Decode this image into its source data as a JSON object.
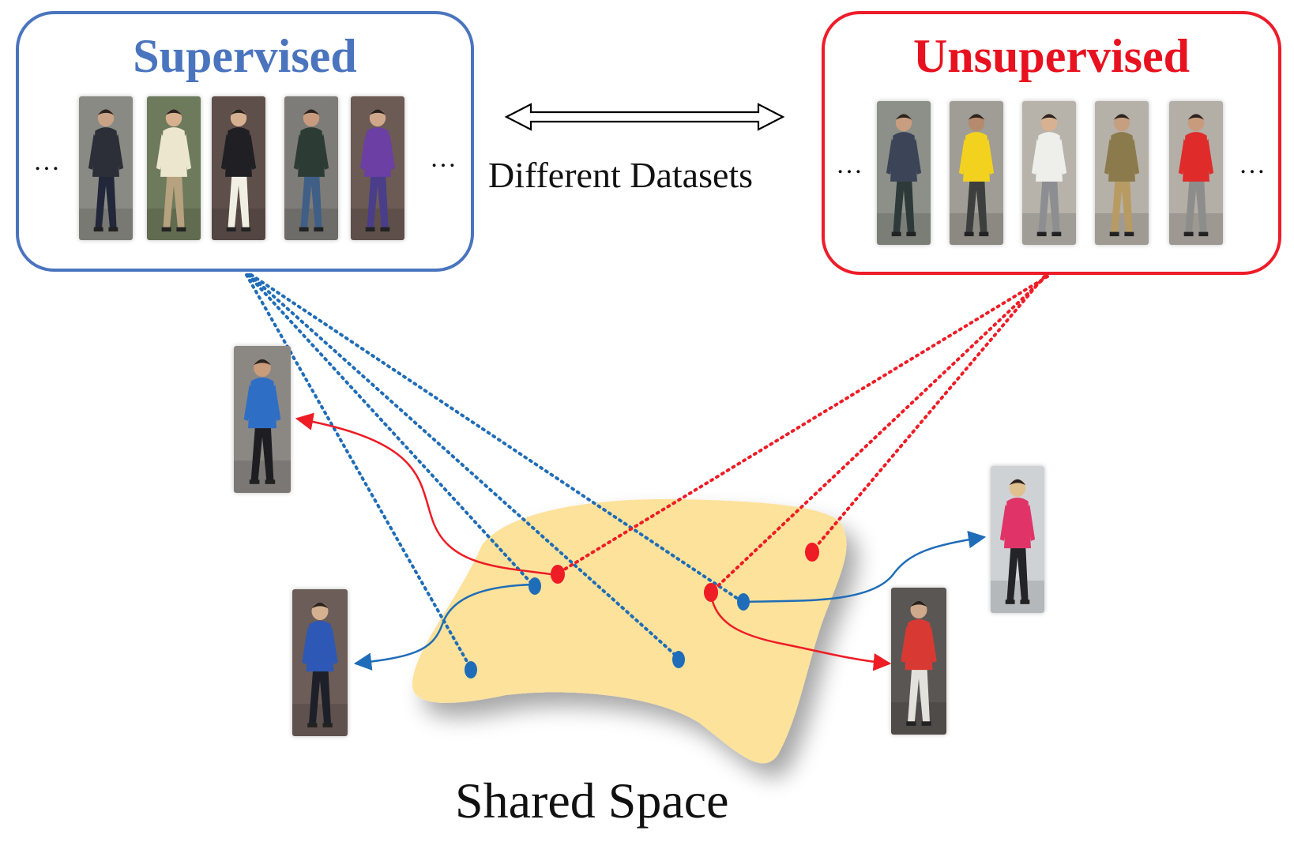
{
  "supervised": {
    "title": "Supervised",
    "ellipsis_left": "…",
    "ellipsis_right": "…",
    "color": "#4A74BE",
    "images": [
      {
        "icon": "pedestrian-dark-jacket-icon",
        "bg": "#8a8a84",
        "top": "#2c2f38",
        "legs": "#22273a",
        "skin": "#c9a286"
      },
      {
        "icon": "pedestrian-cream-coat-icon",
        "bg": "#6e7a5c",
        "top": "#ece6cf",
        "legs": "#b6a27e",
        "skin": "#d6b08f"
      },
      {
        "icon": "pedestrian-dark-blazer-icon",
        "bg": "#5f4f4a",
        "top": "#1f1f24",
        "legs": "#f1efe4",
        "skin": "#d5b091"
      },
      {
        "icon": "pedestrian-red-backpack-icon",
        "bg": "#7e7c78",
        "top": "#2d3b35",
        "legs": "#3f5f86",
        "skin": "#c99b7e"
      },
      {
        "icon": "pedestrian-purple-backpack-icon",
        "bg": "#6c5a55",
        "top": "#6b3fa3",
        "legs": "#4a3e8a",
        "skin": "#cfa88b"
      }
    ]
  },
  "unsupervised": {
    "title": "Unsupervised",
    "ellipsis_left": "…",
    "ellipsis_right": "…",
    "color": "#EE1C2A",
    "images": [
      {
        "icon": "pedestrian-cyclist-icon",
        "bg": "#8c9088",
        "top": "#3c4457",
        "legs": "#2d3a39",
        "skin": "#c99e80"
      },
      {
        "icon": "pedestrian-yellow-shirt-icon",
        "bg": "#a09c96",
        "top": "#f2d21f",
        "legs": "#3c3f3e",
        "skin": "#b68a6c"
      },
      {
        "icon": "pedestrian-white-top-icon",
        "bg": "#b7b3ab",
        "top": "#eeeeea",
        "legs": "#8d8e91",
        "skin": "#d7b190"
      },
      {
        "icon": "pedestrian-green-backpack-icon",
        "bg": "#b6b1a8",
        "top": "#8b7a4c",
        "legs": "#b89b63",
        "skin": "#c69e80"
      },
      {
        "icon": "pedestrian-red-shirt-icon",
        "bg": "#b3aea6",
        "top": "#df2c2a",
        "legs": "#8d8d8b",
        "skin": "#c79b7c"
      }
    ]
  },
  "middle_label": "Different Datasets",
  "shared_space_label": "Shared Space",
  "outer_images": [
    {
      "name": "pedestrian-blue-shirt-image",
      "icon": "pedestrian-blue-shirt-icon",
      "bg": "#8b8884",
      "top": "#2f6ec5",
      "legs": "#1e1e22",
      "skin": "#c99c7c"
    },
    {
      "name": "pedestrian-blue-hoodie-image",
      "icon": "pedestrian-blue-hoodie-icon",
      "bg": "#6d5d58",
      "top": "#2d58b5",
      "legs": "#1d2029",
      "skin": "#d5b091"
    },
    {
      "name": "pedestrian-pink-jacket-image",
      "icon": "pedestrian-pink-jacket-icon",
      "bg": "#cfd2d4",
      "top": "#e03468",
      "legs": "#242428",
      "skin": "#e0c08e"
    },
    {
      "name": "pedestrian-red-top-image",
      "icon": "pedestrian-red-top-icon",
      "bg": "#5a5654",
      "top": "#d83a33",
      "legs": "#e3e1dc",
      "skin": "#cfa98c"
    }
  ],
  "colors": {
    "blue": "#1F6DB8",
    "red": "#EE1C25",
    "shared_fill": "#FDE29B"
  }
}
